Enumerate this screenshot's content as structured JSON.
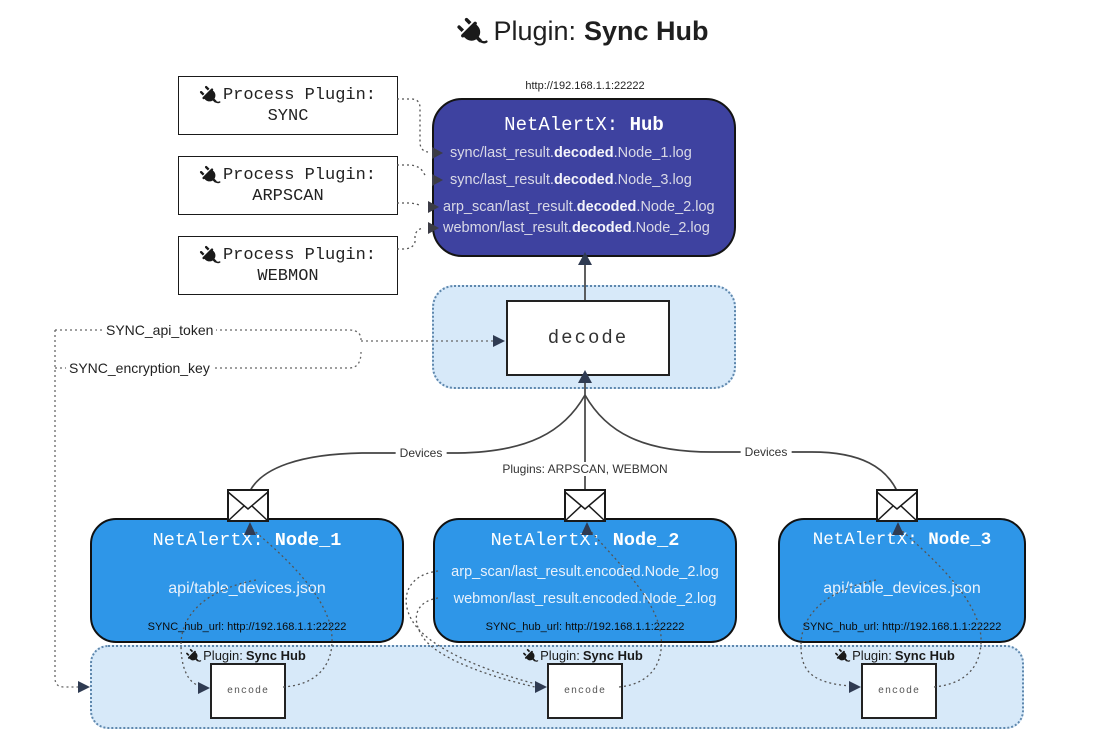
{
  "title": {
    "prefix": "Plugin: ",
    "name": "Sync Hub"
  },
  "process_plugins": [
    {
      "label": "Process Plugin:",
      "name": "SYNC"
    },
    {
      "label": "Process Plugin:",
      "name": "ARPSCAN"
    },
    {
      "label": "Process Plugin:",
      "name": "WEBMON"
    }
  ],
  "hub": {
    "url": "http://192.168.1.1:22222",
    "title_prefix": "NetAlertX: ",
    "title_name": "Hub",
    "log_lines": [
      {
        "pre": "sync/last_result.",
        "bold": "decoded",
        "post": ".Node_1.log"
      },
      {
        "pre": "sync/last_result.",
        "bold": "decoded",
        "post": ".Node_3.log"
      },
      {
        "pre": "arp_scan/last_result.",
        "bold": "decoded",
        "post": ".Node_2.log"
      },
      {
        "pre": "webmon/last_result.",
        "bold": "decoded",
        "post": ".Node_2.log"
      }
    ]
  },
  "decode_box": {
    "label": "decode"
  },
  "settings": {
    "api_token": "SYNC_api_token",
    "encryption_key": "SYNC_encryption_key"
  },
  "edge_labels": {
    "left": "Devices",
    "center": "Plugins: ARPSCAN, WEBMON",
    "right": "Devices"
  },
  "nodes": [
    {
      "title_prefix": "NetAlertX: ",
      "title_name": "Node_1",
      "files": [
        "api/table_devices.json"
      ],
      "hub_url": "SYNC_hub_url: http://192.168.1.1:22222"
    },
    {
      "title_prefix": "NetAlertX: ",
      "title_name": "Node_2",
      "files": [
        "arp_scan/last_result.encoded.Node_2.log",
        "webmon/last_result.encoded.Node_2.log"
      ],
      "hub_url": "SYNC_hub_url: http://192.168.1.1:22222"
    },
    {
      "title_prefix": "NetAlertX: ",
      "title_name": "Node_3",
      "files": [
        "api/table_devices.json"
      ],
      "hub_url": "SYNC_hub_url: http://192.168.1.1:22222"
    }
  ],
  "encoders": [
    {
      "plugin_prefix": "Plugin: ",
      "plugin_name": "Sync Hub",
      "label": "encode"
    },
    {
      "plugin_prefix": "Plugin: ",
      "plugin_name": "Sync Hub",
      "label": "encode"
    },
    {
      "plugin_prefix": "Plugin: ",
      "plugin_name": "Sync Hub",
      "label": "encode"
    }
  ],
  "colors": {
    "hub_bg": "#3e42a0",
    "node_bg": "#2e96e8",
    "panel_bg": "#d7e9f9",
    "line": "#444444",
    "arrow": "#2f3b52"
  }
}
